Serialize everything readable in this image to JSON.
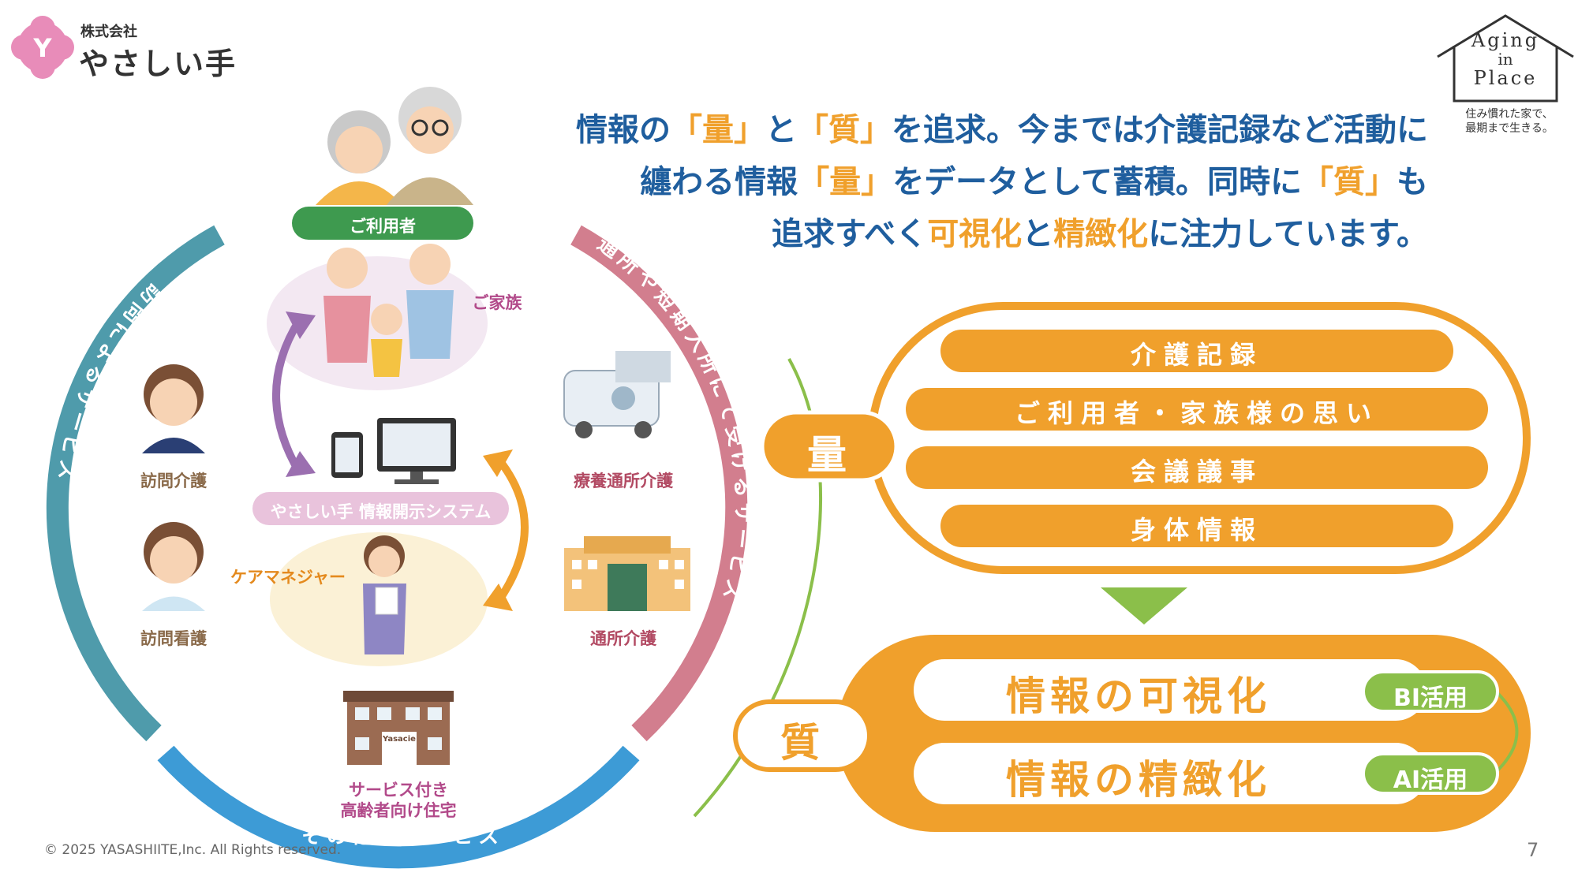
{
  "logo": {
    "company_small": "株式会社",
    "company_name": "やさしい手"
  },
  "aging_in_place": {
    "line1": "Aging",
    "line2": "in",
    "line3": "Place",
    "tagline1": "住み慣れた家で、",
    "tagline2": "最期まで生きる。"
  },
  "headline": {
    "l1_a": "情報の",
    "l1_b": "「量」",
    "l1_c": "と",
    "l1_d": "「質」",
    "l1_e": "を追求。今までは介護記録など活動に",
    "l2_a": "纏わる情報",
    "l2_b": "「量」",
    "l2_c": "をデータとして蓄積。同時に",
    "l2_d": "「質」",
    "l2_e": "も",
    "l3_a": "追求すべく",
    "l3_b": "可視化",
    "l3_c": "と",
    "l3_d": "精緻化",
    "l3_e": "に注力しています。"
  },
  "diagram": {
    "user_label": "ご利用者",
    "family_label": "ご家族",
    "system_label": "やさしい手 情報開示システム",
    "care_manager_label": "ケアマネジャー",
    "visit_care_label": "訪問介護",
    "visit_nursing_label": "訪問看護",
    "rehab_day_label": "療養通所介護",
    "day_care_label": "通所介護",
    "housing_label_1": "サービス付き",
    "housing_label_2": "高齢者向け住宅",
    "building_sign": "Yasacie",
    "arc_left": "訪問によるサービス",
    "arc_right": "通所や短期入所にて受けるサービス",
    "arc_bottom": "その他のサービス"
  },
  "quantity": {
    "label": "量",
    "items": [
      "介護記録",
      "ご利用者・家族様の思い",
      "会議議事",
      "身体情報"
    ]
  },
  "quality": {
    "label": "質",
    "items": [
      "情報の可視化",
      "情報の精緻化"
    ],
    "badges": [
      "BI活用",
      "AI活用"
    ]
  },
  "footer": {
    "copyright": "© 2025 YASASHIITE,Inc. All Rights reserved.",
    "page_number": "7"
  },
  "colors": {
    "orange": "#f0a02c",
    "blue": "#1f5e9e",
    "green": "#8bbf4a",
    "teal": "#4f9bab",
    "pink": "#d27e8e",
    "sky": "#3d9bd6"
  }
}
